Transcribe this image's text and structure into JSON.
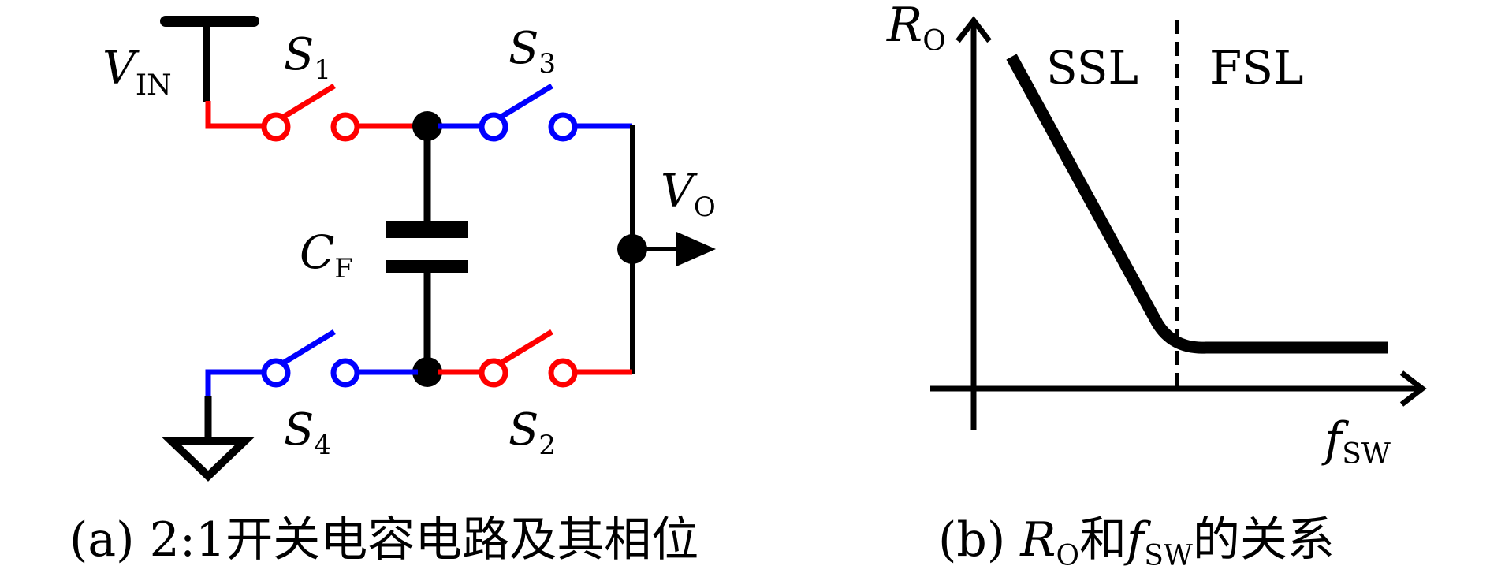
{
  "circuit": {
    "vin_main": "V",
    "vin_sub": "IN",
    "s1_main": "S",
    "s1_sub": "1",
    "s3_main": "S",
    "s3_sub": "3",
    "s4_main": "S",
    "s4_sub": "4",
    "s2_main": "S",
    "s2_sub": "2",
    "cf_main": "C",
    "cf_sub": "F",
    "vo_main": "V",
    "vo_sub": "O",
    "caption": "(a) 2:1开关电容电路及其相位"
  },
  "graph": {
    "y_main": "R",
    "y_sub": "O",
    "x_main": "f",
    "x_sub": "SW",
    "region_left": "SSL",
    "region_right": "FSL",
    "caption_prefix": "(b) ",
    "caption_r_main": "R",
    "caption_r_sub": "O",
    "caption_mid": "和",
    "caption_f_main": "f",
    "caption_f_sub": "SW",
    "caption_suffix": "的关系"
  },
  "colors": {
    "phase1": "#ff0000",
    "phase2": "#0000ff",
    "wire": "#000000"
  }
}
